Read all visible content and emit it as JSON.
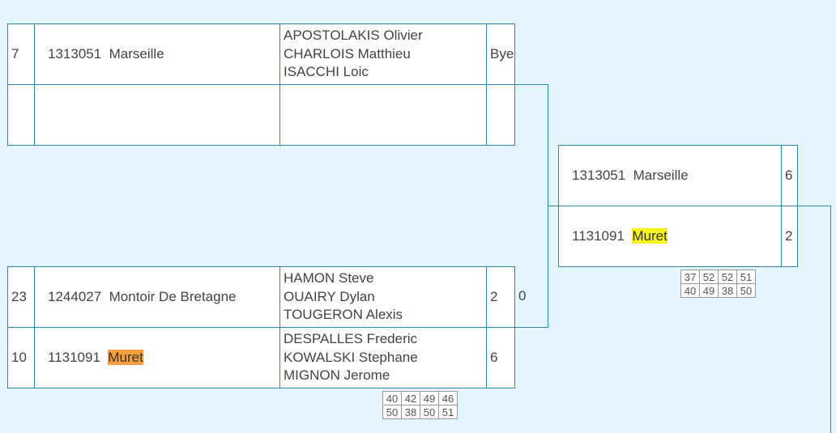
{
  "r1m1": {
    "top": {
      "seed": "7",
      "club_code": "1313051",
      "club_name": "Marseille",
      "players": [
        "APOSTOLAKIS Olivier",
        "CHARLOIS Matthieu",
        "ISACCHI Loic"
      ],
      "score": "Bye"
    },
    "bottom": {
      "seed": "",
      "club_code": "",
      "club_name": "",
      "players": [],
      "score": ""
    }
  },
  "r1m2": {
    "top": {
      "seed": "23",
      "club_code": "1244027",
      "club_name": "Montoir De Bretagne",
      "players": [
        "HAMON Steve",
        "OUAIRY Dylan",
        "TOUGERON Alexis"
      ],
      "score": "2",
      "extra": "0"
    },
    "bottom": {
      "seed": "10",
      "club_code": "1131091",
      "club_name": "Muret",
      "players": [
        "DESPALLES Frederic",
        "KOWALSKI Stephane",
        "MIGNON Jerome"
      ],
      "score": "6"
    },
    "ends": [
      [
        "40",
        "42",
        "49",
        "46"
      ],
      [
        "50",
        "38",
        "50",
        "51"
      ]
    ]
  },
  "r2": {
    "top": {
      "club_code": "1313051",
      "club_name": "Marseille",
      "score": "6"
    },
    "bottom": {
      "club_code": "1131091",
      "club_name": "Muret",
      "score": "2"
    },
    "ends": [
      [
        "37",
        "52",
        "52",
        "51"
      ],
      [
        "40",
        "49",
        "38",
        "50"
      ]
    ]
  },
  "colors": {
    "line": "#2a8aa8",
    "background": "#e4f5fd",
    "highlight_orange": "#f7a03d",
    "highlight_yellow": "#f5f51a"
  }
}
